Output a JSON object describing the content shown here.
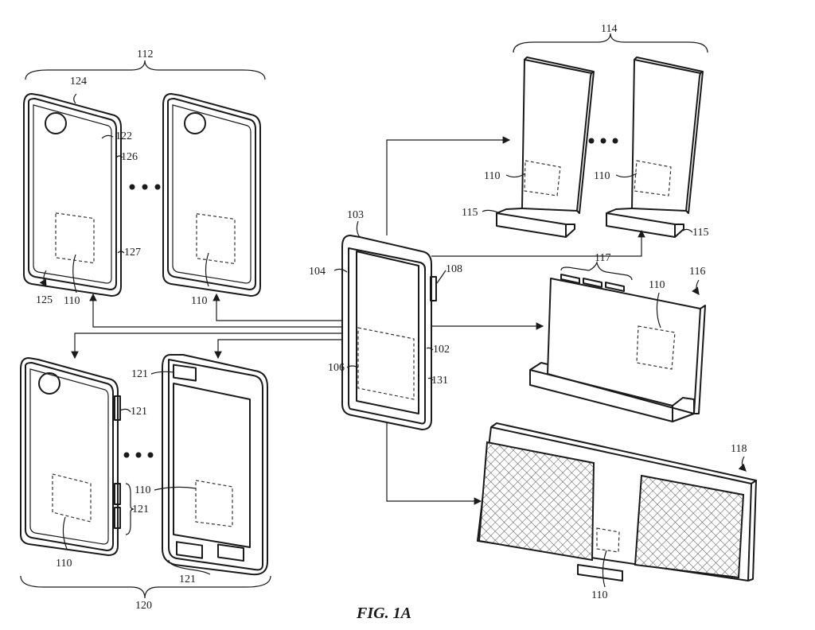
{
  "figure": {
    "caption": "FIG. 1A",
    "labels": {
      "device_main": "102",
      "device_top": "103",
      "device_display": "104",
      "device_module": "106",
      "device_button": "108",
      "wireless_module": "110",
      "case_group": "112",
      "stand_group": "114",
      "stand_base": "115",
      "dock": "116",
      "dock_connectors": "117",
      "charging_mat": "118",
      "accessory_group": "120",
      "accessory_feature": "121",
      "case_interior": "122",
      "case_back": "124",
      "case_cavity": "125",
      "case_wall": "126",
      "case_edge": "127",
      "device_edge": "131"
    },
    "ellipsis": "• • •"
  }
}
